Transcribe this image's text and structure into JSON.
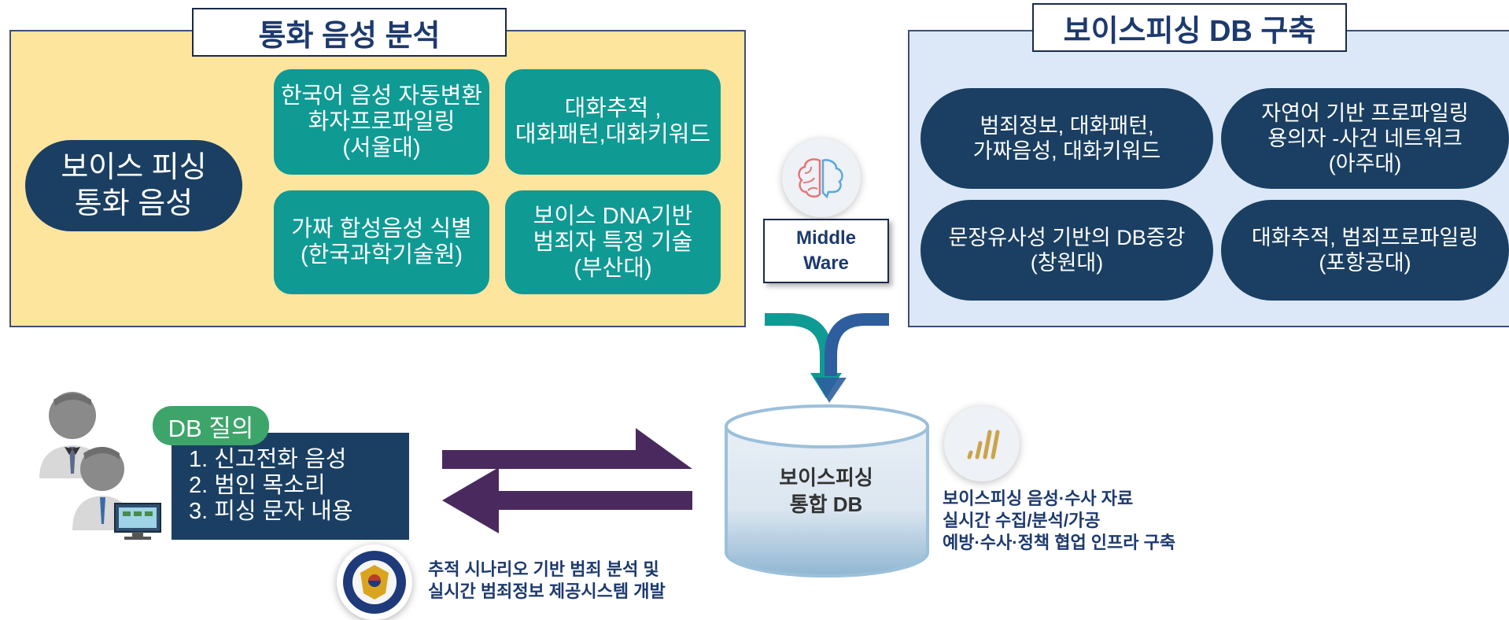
{
  "analysis": {
    "title": "통화 음성 분석",
    "source_pill": [
      "보이스 피싱",
      "통화 음성"
    ],
    "boxes": [
      {
        "lines": [
          "한국어 음성 자동변환",
          "화자프로파일링",
          "(서울대)"
        ]
      },
      {
        "lines": [
          "대화추적 ,",
          "대화패턴,대화키워드"
        ]
      },
      {
        "lines": [
          "가짜 합성음성 식별",
          "(한국과학기술원)"
        ]
      },
      {
        "lines": [
          "보이스 DNA기반",
          "범죄자 특정 기술",
          "(부산대)"
        ]
      }
    ]
  },
  "db_build": {
    "title": "보이스피싱 DB 구축",
    "pills": [
      {
        "lines": [
          "범죄정보, 대화패턴,",
          "가짜음성, 대화키워드"
        ]
      },
      {
        "lines": [
          "자연어 기반 프로파일링",
          "용의자 -사건 네트워크",
          "(아주대)"
        ]
      },
      {
        "lines": [
          "문장유사성 기반의 DB증강",
          "(창원대)"
        ]
      },
      {
        "lines": [
          "대화추적, 범죄프로파일링",
          "(포항공대)"
        ]
      }
    ]
  },
  "middleware": {
    "line1": "Middle",
    "line2": "Ware"
  },
  "query": {
    "label": "DB 질의",
    "items": [
      "1. 신고전화 음성",
      "2. 범인 목소리",
      "3. 피싱 문자 내용"
    ]
  },
  "database": {
    "line1": "보이스피싱",
    "line2": "통합 DB"
  },
  "db_description": [
    "보이스피싱 음성·수사 자료",
    "실시간 수집/분석/가공",
    "예방·수사·정책 협업 인프라 구축"
  ],
  "police_description": [
    "추적 시나리오 기반 범죄 분석 및",
    "실시간 범죄정보 제공시스템 개발"
  ],
  "colors": {
    "panel_yellow": "#fde59e",
    "panel_blue": "#dce8f7",
    "teal": "#0f9a94",
    "navy": "#1a3f62",
    "green": "#3ea56a",
    "purple": "#4a2a5e",
    "title_text": "#1d3a6e"
  }
}
